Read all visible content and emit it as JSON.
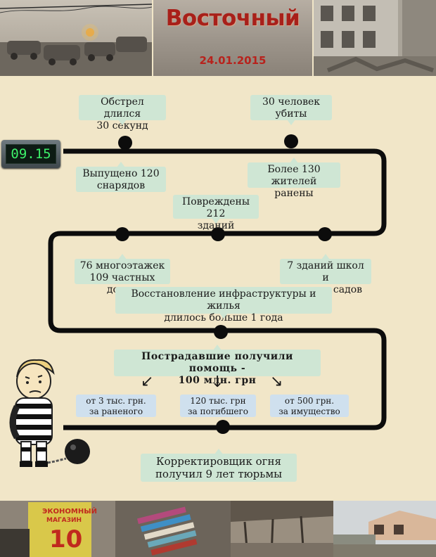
{
  "header": {
    "title": "Восточный",
    "date": "24.01.2015"
  },
  "clock": {
    "time": "09.15"
  },
  "events": [
    {
      "lines": [
        "Обстрел длился",
        "30 секунд"
      ]
    },
    {
      "lines": [
        "30 человек",
        "убиты"
      ]
    },
    {
      "lines": [
        "Выпущено 120",
        "снарядов"
      ]
    },
    {
      "lines": [
        "Более 130 жителей",
        "ранены"
      ]
    },
    {
      "lines": [
        "Повреждены 212",
        "зданий"
      ]
    },
    {
      "lines": [
        "76 многоэтажек",
        "109 частных домов"
      ]
    },
    {
      "lines": [
        "7 зданий школ и",
        "детских садов"
      ]
    },
    {
      "lines": [
        "Восстановление инфраструктуры и жилья",
        "длилось больше 1 года"
      ]
    },
    {
      "lines": [
        "Пострадавшие получили помощь -",
        "100 млн. грн"
      ]
    },
    {
      "lines": [
        "Корректировщик огня",
        "получил 9 лет тюрьмы"
      ]
    }
  ],
  "payments": [
    {
      "lines": [
        "от 3 тыс. грн.",
        "за раненого"
      ]
    },
    {
      "lines": [
        "120 тыс. грн",
        "за погибшего"
      ]
    },
    {
      "lines": [
        "от 500 грн.",
        "за имущество"
      ]
    }
  ],
  "photo_texts": {
    "store_sign_top": "ЭКОНОМНЫЙ",
    "store_sign_mid": "МАГАЗИН",
    "store_sign_num": "10"
  },
  "colors": {
    "background": "#f1e6c8",
    "title_red": "#a8201a",
    "callout_green": "#cfe6d4",
    "callout_blue": "#cfe0ee",
    "timeline": "#0c0c0c",
    "clock_digits": "#3df06a"
  }
}
